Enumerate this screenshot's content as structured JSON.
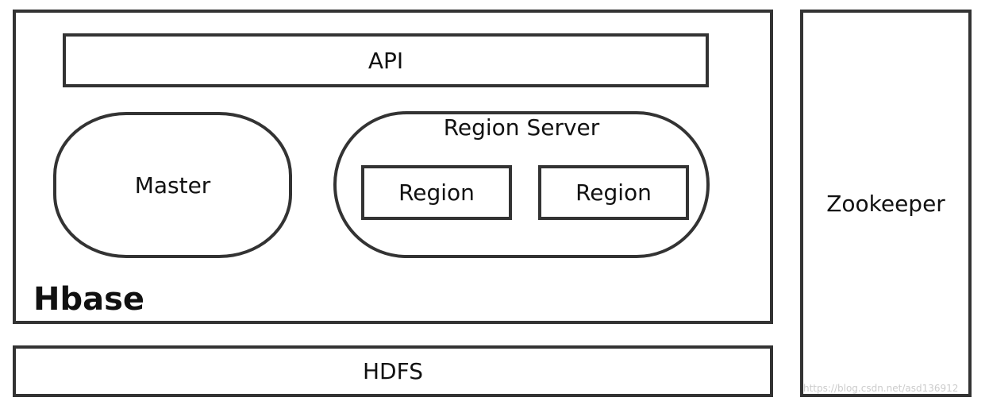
{
  "hbase": {
    "title": "Hbase",
    "api_label": "API",
    "master_label": "Master",
    "region_server": {
      "label": "Region Server",
      "regions": [
        {
          "label": "Region"
        },
        {
          "label": "Region"
        }
      ]
    }
  },
  "hdfs_label": "HDFS",
  "zookeeper_label": "Zookeeper",
  "watermark": "https://blog.csdn.net/asd136912"
}
